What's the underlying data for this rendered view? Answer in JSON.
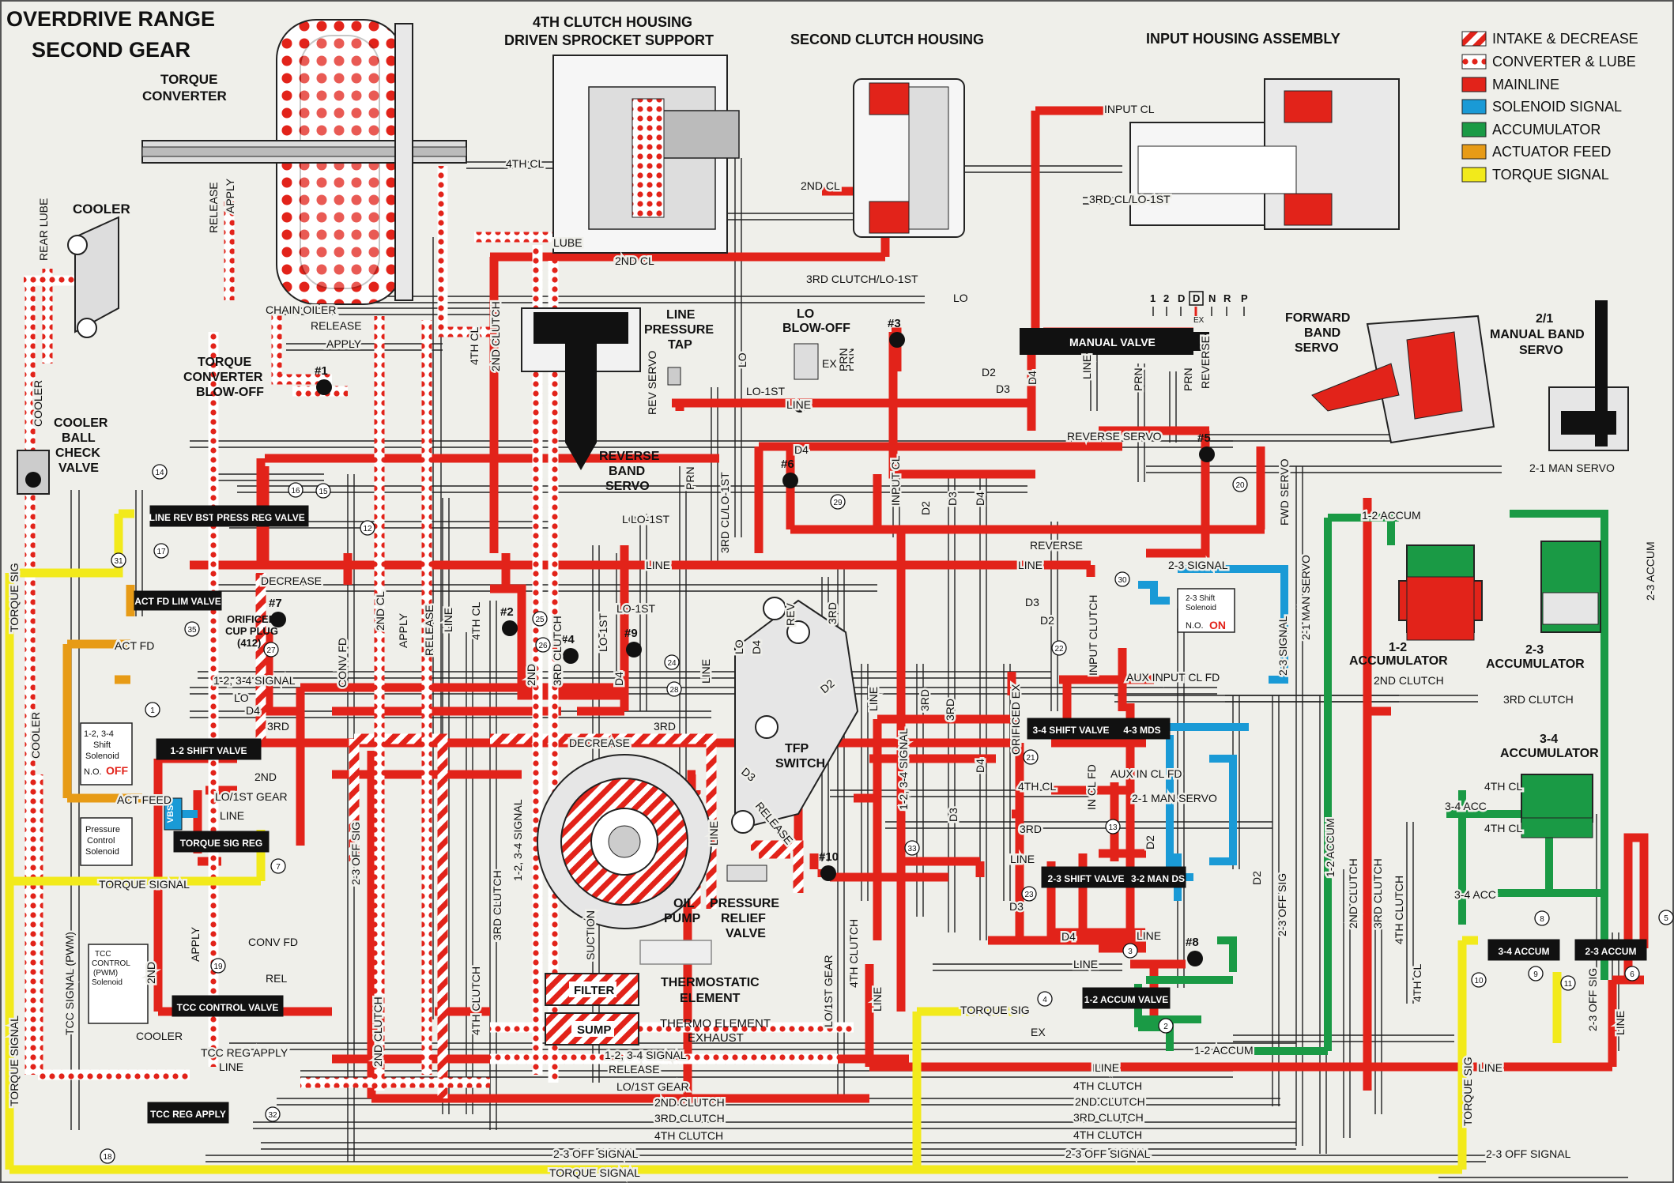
{
  "title": {
    "line1": "OVERDRIVE RANGE",
    "line2": "SECOND GEAR"
  },
  "headings": {
    "torque_converter": [
      "TORQUE",
      "CONVERTER"
    ],
    "clutch4": [
      "4TH CLUTCH HOUSING",
      "DRIVEN SPROCKET SUPPORT"
    ],
    "clutch2": "SECOND CLUTCH HOUSING",
    "input_housing": "INPUT HOUSING ASSEMBLY",
    "cooler": "COOLER",
    "cooler_check": [
      "COOLER",
      "BALL",
      "CHECK",
      "VALVE"
    ],
    "tc_blowoff": [
      "TORQUE",
      "CONVERTER",
      "BLOW-OFF"
    ],
    "line_tap": [
      "LINE",
      "PRESSURE",
      "TAP"
    ],
    "lo_blowoff": [
      "LO",
      "BLOW-OFF"
    ],
    "reverse_servo": [
      "REVERSE",
      "BAND",
      "SERVO"
    ],
    "fwd_servo": [
      "FORWARD",
      "BAND",
      "SERVO"
    ],
    "man_servo": [
      "2/1",
      "MANUAL BAND",
      "SERVO"
    ],
    "accum12": [
      "1-2",
      "ACCUMULATOR"
    ],
    "accum23": [
      "2-3",
      "ACCUMULATOR"
    ],
    "accum34": [
      "3-4",
      "ACCUMULATOR"
    ],
    "tfp": [
      "TFP",
      "SWITCH"
    ],
    "oil_pump": [
      "OIL",
      "PUMP"
    ],
    "relief": [
      "PRESSURE",
      "RELIEF",
      "VALVE"
    ],
    "thermo": [
      "THERMOSTATIC",
      "ELEMENT"
    ],
    "thermo_exh": [
      "THERMO ELEMENT",
      "EXHAUST"
    ],
    "orificed_cup": [
      "ORIFICED",
      "CUP PLUG",
      "(412)"
    ]
  },
  "legend": [
    {
      "label": "INTAKE & DECREASE",
      "pattern": "stripe",
      "color": "#e2231a"
    },
    {
      "label": "CONVERTER & LUBE",
      "pattern": "dots",
      "color": "#e2231a"
    },
    {
      "label": "MAINLINE",
      "pattern": "solid",
      "color": "#e2231a"
    },
    {
      "label": "SOLENOID SIGNAL",
      "pattern": "solid",
      "color": "#1a9ad6"
    },
    {
      "label": "ACCUMULATOR",
      "pattern": "solid",
      "color": "#1a9a45"
    },
    {
      "label": "ACTUATOR FEED",
      "pattern": "solid",
      "color": "#e79b16"
    },
    {
      "label": "TORQUE SIGNAL",
      "pattern": "solid",
      "color": "#f2ea1b"
    }
  ],
  "selector": {
    "positions": [
      "1",
      "2",
      "D",
      "D",
      "N",
      "R",
      "P"
    ],
    "selected": "D",
    "exhaust": "EX"
  },
  "valves": {
    "manual": "MANUAL VALVE",
    "line_rev_bst": "LINE REV BST",
    "press_reg": "PRESS REG VALVE",
    "act_fd_lim": "ACT FD LIM VALVE",
    "shift12": "1-2 SHIFT VALVE",
    "torque_sig_reg": "TORQUE SIG REG",
    "tcc_control": "TCC CONTROL VALVE",
    "tcc_reg_apply": "TCC REG APPLY",
    "shift34": "3-4 SHIFT VALVE",
    "mds43": "4-3 MDS",
    "shift23": "2-3 SHIFT VALVE",
    "mds32": "3-2 MAN DS",
    "accum_valve12": "1-2 ACCUM VALVE",
    "accum34v": "3-4 ACCUM",
    "accum23v": "2-3 ACCUM",
    "vbs": "VBS",
    "filter": "FILTER",
    "sump": "SUMP"
  },
  "solenoids": {
    "s12": {
      "lines": [
        "1-2, 3-4",
        "Shift",
        "Solenoid"
      ],
      "state_label": "N.O.",
      "state": "OFF"
    },
    "s23": {
      "lines": [
        "2-3 Shift",
        "Solenoid"
      ],
      "state_label": "N.O.",
      "state": "ON"
    },
    "pc": {
      "lines": [
        "Pressure",
        "Control",
        "Solenoid"
      ]
    },
    "tcc": {
      "lines": [
        "TCC",
        "CONTROL",
        "(PWM)",
        "Solenoid"
      ]
    }
  },
  "checkballs": [
    "#1",
    "#2",
    "#3",
    "#4",
    "#5",
    "#6",
    "#7",
    "#8",
    "#9",
    "#10"
  ],
  "orifices": [
    "1",
    "2",
    "3",
    "4",
    "5",
    "6",
    "7",
    "8",
    "9",
    "10",
    "11",
    "12",
    "13",
    "14",
    "15",
    "16",
    "17",
    "18",
    "19",
    "20",
    "21",
    "22",
    "23",
    "24",
    "25",
    "26",
    "27",
    "28",
    "29",
    "30",
    "31",
    "32",
    "33",
    "35"
  ],
  "passage_labels": {
    "4th_cl_top": "4TH CL",
    "2nd_cl_top": "2ND CL",
    "input_cl": "INPUT CL",
    "3rd_lo1st_top": "3RD CL/LO-1ST",
    "lube": "LUBE",
    "2nd_cl_mid": "2ND CL",
    "3rd_clutch_lo1st": "3RD CLUTCH/LO-1ST",
    "lo": "LO",
    "chain_oiler": "CHAIN OILER",
    "release": "RELEASE",
    "apply": "APPLY",
    "rear_lube": "REAR LUBE",
    "release_v": "RELEASE",
    "apply_v": "APPLY",
    "4th_cl_v": "4TH CL",
    "2nd_clutch_v": "2ND CLUTCH",
    "rev_servo_v": "REV SERVO",
    "lo_v": "LO",
    "lo_1st": "LO-1ST",
    "line1": "LINE",
    "prn1": "PRN",
    "d2": "D2",
    "d3": "D3",
    "d4": "D4",
    "line_v": "LINE",
    "prn2": "PRN",
    "prn3": "PRN",
    "reverse_v": "REVERSE",
    "reverse_servo": "REVERSE SERVO",
    "d4b": "D4",
    "lo_1st_b": "LO-1ST",
    "lo_1st_c": "LO-1ST",
    "3rd_cl_lo1st_v": "3RD CL/LO-1ST",
    "prn4": "PRN",
    "input_cl_v": "INPUT CL",
    "d2_v": "D2",
    "d3_v": "D3",
    "d4_v": "D4",
    "fwd_servo_v": "FWD SERVO",
    "reverse_h": "REVERSE",
    "line_h": "LINE",
    "sig23": "2-3 SIGNAL",
    "d3_h": "D3",
    "d2_h": "D2",
    "lo1st_h": "LO-1ST",
    "line_h2": "LINE",
    "decrease": "DECREASE",
    "act_fd": "ACT FD",
    "sig1234": "1-2, 3-4 SIGNAL",
    "lo_h": "LO",
    "d4_h": "D4",
    "3rd_h": "3RD",
    "2nd_h": "2ND",
    "lo1st_gear": "LO/1ST GEAR",
    "act_feed": "ACT FEED",
    "line_h3": "LINE",
    "torque_signal_h": "TORQUE SIGNAL",
    "torque_sig_v": "TORQUE SIG",
    "cooler_v": "COOLER",
    "cooler_v2": "COOLER",
    "torque_signal_v": "TORQUE SIGNAL",
    "tcc_signal": "TCC SIGNAL (PWM)",
    "conv_fd": "CONV FD",
    "conv_fd_h": "CONV FD",
    "apply_h": "APPLY",
    "rel_h": "REL",
    "cooler_h": "COOLER",
    "tcc_reg_apply_h": "TCC REG APPLY",
    "line_h4": "LINE",
    "2nd_v": "2ND",
    "decrease_h2": "DECREASE",
    "3rd_h2": "3RD",
    "2nd_cl_v": "2ND CL",
    "apply_v2": "APPLY",
    "release_v2": "RELEASE",
    "line_v2": "LINE",
    "4th_cl_v2": "4TH CL",
    "off_sig23": "2-3 OFF SIG",
    "2nd_clutch_v2": "2ND CLUTCH",
    "4th_clutch_v": "4TH CLUTCH",
    "3rd_clutch_v": "3RD CLUTCH",
    "sig1234_v": "1-2, 3-4 SIGNAL",
    "lo1st_gear_v": "LO/1ST GEAR",
    "4th_clutch_v2": "4TH CLUTCH",
    "line_v3": "LINE",
    "2nd_v2": "2ND",
    "3rd_clutch_v2": "3RD CLUTCH",
    "lo_1st_v": "LO-1ST",
    "d4_v2": "D4",
    "line_v4": "LINE",
    "lo_v2": "LO",
    "d4_v3": "D4",
    "rev_v": "REV",
    "3rd_v": "3RD",
    "d2_v2": "D2",
    "d3_v2": "D3",
    "release_v3": "RELEASE",
    "line_v5": "LINE",
    "suction": "SUCTION",
    "line_v6": "LINE",
    "sig1234_v2": "1-2, 3-4 SIGNAL",
    "3rd_v2": "3RD",
    "3rd_v3": "3RD",
    "d3_v3": "D3",
    "d4_v4": "D4",
    "input_clutch_v": "INPUT CLUTCH",
    "aux_input": "AUX INPUT CL FD",
    "orificed_ex": "ORIFICED EX",
    "4th_cl_h": "4TH CL",
    "in_cl_fd": "IN CL FD",
    "aux_in_cl_fd": "AUX IN CL FD",
    "man_servo21": "2-1 MAN SERVO",
    "3rd_h3": "3RD",
    "line_h5": "LINE",
    "d3_h2": "D3",
    "d4_h2": "D4",
    "line_h6": "LINE",
    "line_h7": "LINE",
    "d2_v3": "D2",
    "d2_v4": "D2",
    "sig23_v": "2-3 SIGNAL",
    "man_servo_v": "2-1 MAN SERVO",
    "off_sig23_v": "2-3 OFF SIG",
    "2nd_clutch_v3": "2ND CLUTCH",
    "3rd_clutch_v3": "3RD CLUTCH",
    "4th_clutch_v3": "4TH CLUTCH",
    "4th_cl_v3": "4TH CL",
    "accum12_v": "1-2 ACCUM",
    "accum12_h": "1-2 ACCUM",
    "accum12_h2": "1-2 ACCUM",
    "2nd_clutch_h": "2ND CLUTCH",
    "3rd_clutch_h": "3RD CLUTCH",
    "man_servo_h": "2-1 MAN SERVO",
    "4th_cl_h2": "4TH CL",
    "acc34": "3-4 ACC",
    "4th_cl_h3": "4TH CL",
    "acc34b": "3-4 ACC",
    "accum23_v": "2-3 ACCUM",
    "torque_sig_h": "TORQUE SIG",
    "ex": "EX",
    "off_sig23_v2": "2-3 OFF SIG",
    "line_v7": "LINE",
    "torque_sig_v2": "TORQUE SIG",
    "line_b1": "LINE",
    "line_b2": "LINE",
    "4th_clutch_b": "4TH CLUTCH",
    "2nd_clutch_b": "2ND CLUTCH",
    "3rd_clutch_b": "3RD CLUTCH",
    "4th_clutch_b2": "4TH CLUTCH",
    "off23_b": "2-3 OFF SIGNAL",
    "off23_b2": "2-3 OFF SIGNAL",
    "off23_b3": "2-3 OFF SIGNAL",
    "torque_signal_b": "TORQUE SIGNAL",
    "sig1234_b": "1-2, 3-4 SIGNAL",
    "release_b": "RELEASE",
    "lo1st_gear_b": "LO/1ST GEAR",
    "2nd_clutch_b2": "2ND CLUTCH",
    "3rd_clutch_b2": "3RD CLUTCH",
    "4th_clutch_b3": "4TH CLUTCH",
    "line_b3": "LINE",
    "lo_blowoff_ex": "EX",
    "prn5": "PRN"
  }
}
